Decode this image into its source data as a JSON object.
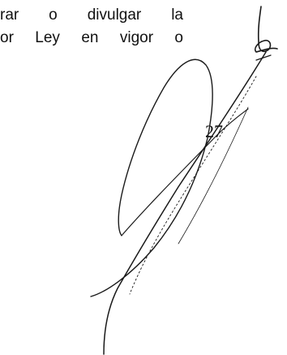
{
  "document": {
    "lines": [
      "rar o divulgar la",
      "or Ley en vigor o"
    ],
    "page_number": "27"
  },
  "signature": {
    "icon": "handwritten-signature-icon",
    "ink_color": "#1a1a1a"
  }
}
